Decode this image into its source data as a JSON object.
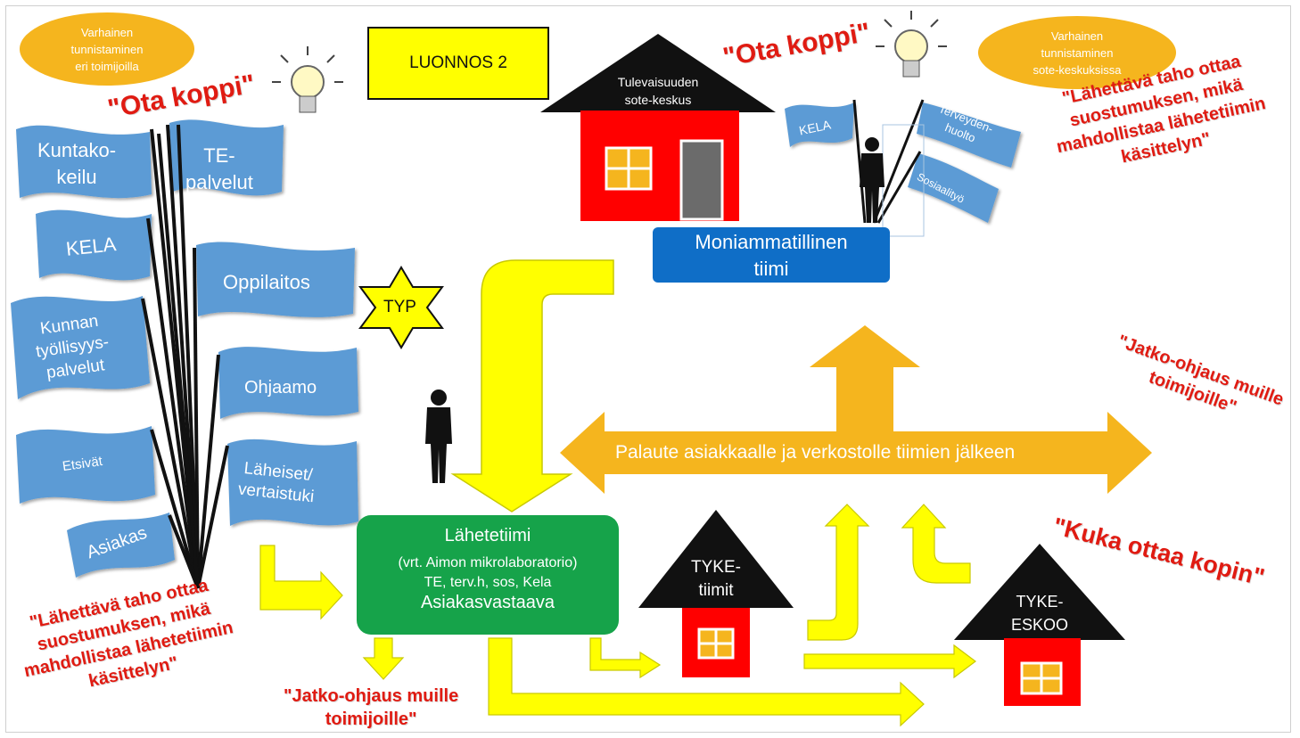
{
  "bubbles": {
    "left": {
      "line1": "Varhainen",
      "line2": "tunnistaminen",
      "line3": "eri toimijoilla"
    },
    "right": {
      "line1": "Varhainen",
      "line2": "tunnistaminen",
      "line3": "sote-keskuksissa"
    }
  },
  "draft_label": "LUONNOS 2",
  "quotes": {
    "ota_koppi_left": "\"Ota koppi\"",
    "ota_koppi_right": "\"Ota koppi\"",
    "consent_right": [
      "\"Lähettävä taho ottaa",
      "suostumuksen, mikä",
      "mahdollistaa lähetetiimin",
      "käsittelyn\""
    ],
    "consent_left": [
      "\"Lähettävä taho ottaa",
      "suostumuksen, mikä",
      "mahdollistaa lähetetiimin",
      "käsittelyn\""
    ],
    "jatko_right": [
      "\"Jatko-ohjaus muille",
      "toimijoille\""
    ],
    "jatko_bottom": [
      "\"Jatko-ohjaus muille",
      "toimijoille\""
    ],
    "kuka": "\"Kuka ottaa kopin\""
  },
  "flags_left": {
    "kuntakokeilu": [
      "Kuntako-",
      "keilu"
    ],
    "te_palvelut": [
      "TE-",
      "palvelut"
    ],
    "kela": "KELA",
    "oppilaitos": "Oppilaitos",
    "kunnan": [
      "Kunnan",
      "työllisyys-",
      "palvelut"
    ],
    "ohjaamo": "Ohjaamo",
    "etsivat": "Etsivät",
    "laheiset": [
      "Läheiset/",
      "vertaistuki"
    ],
    "asiakas": "Asiakas"
  },
  "flags_right": {
    "kela": "KELA",
    "terveydenhuolto": [
      "Terveyden-",
      "huolto"
    ],
    "sosiaalityo": "Sosiaalityö"
  },
  "typ_label": "TYP",
  "house_main": {
    "line1": "Tulevaisuuden",
    "line2": "sote-keskus"
  },
  "team_box": {
    "line1": "Moniammatillinen",
    "line2": "tiimi"
  },
  "feedback_label": "Palaute asiakkaalle ja verkostolle tiimien jälkeen",
  "referral_box": {
    "title": "Lähetetiimi",
    "line2": "(vrt. Aimon mikrolaboratorio)",
    "line3": "TE, terv.h, sos, Kela",
    "line4": "Asiakasvastaava"
  },
  "tyke_teams": {
    "line1": "TYKE-",
    "line2": "tiimit"
  },
  "tyke_eskoo": {
    "line1": "TYKE-",
    "line2": "ESKOO"
  },
  "colors": {
    "red": "#e01b12",
    "yellow": "#ffff00",
    "orange": "#f5b51e",
    "flag_blue": "#5b9bd5",
    "team_blue": "#0f6ec7",
    "green": "#16a34a",
    "house_red": "#ff0000"
  }
}
